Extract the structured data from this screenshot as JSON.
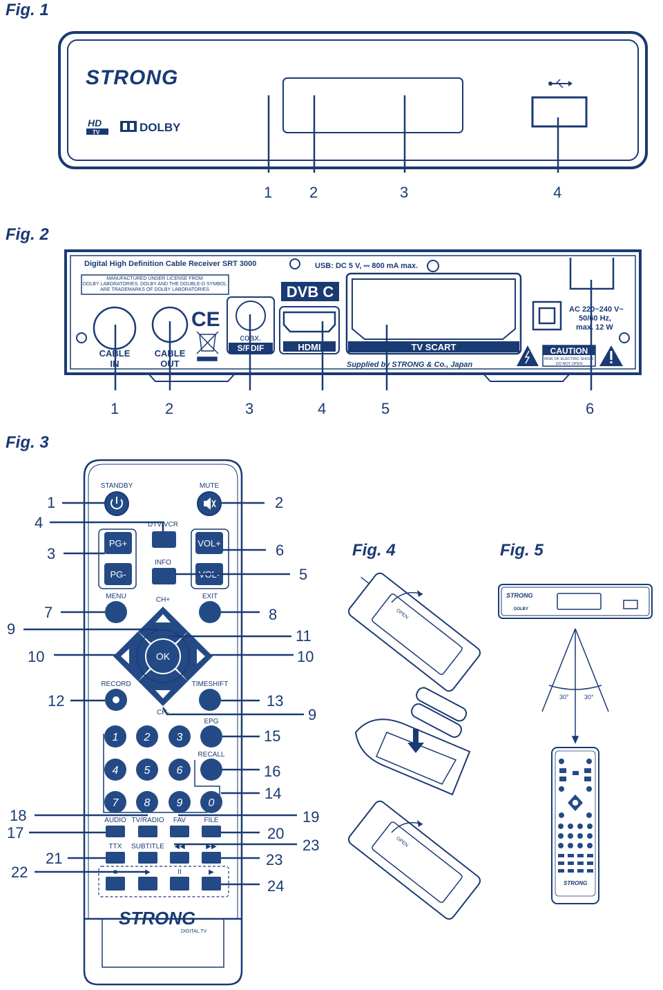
{
  "colors": {
    "accent": "#1a3a73",
    "fill_dark": "#244a86",
    "background": "#ffffff"
  },
  "fig1": {
    "title": "Fig. 1",
    "brand": "STRONG",
    "hd_top": "HD",
    "hd_bottom": "TV",
    "dolby": "DOLBY",
    "usb_icon": "usb-icon",
    "callouts": [
      "1",
      "2",
      "3",
      "4"
    ]
  },
  "fig2": {
    "title": "Fig. 2",
    "model": "Digital High Definition Cable Receiver SRT 3000",
    "license": [
      "MANUFACTURED UNDER LICENSE FROM",
      "DOLBY LABORATORIES. DOLBY AND THE DOUBLE-D SYMBOL",
      "ARE TRADEMARKS OF DOLBY LABORATORIES"
    ],
    "usb_spec": "USB: DC 5 V, ⎓ 800 mA max.",
    "ce": "CE",
    "dvb": "DVB C",
    "cable_in": [
      "CABLE",
      "IN"
    ],
    "cable_out": [
      "CABLE",
      "OUT"
    ],
    "coax": [
      "coax.",
      "S/PDIF"
    ],
    "hdmi": "HDMI",
    "scart": "TV SCART",
    "supplier": "Supplied by STRONG & Co., Japan",
    "power": [
      "AC 220~240 V~",
      "50/60 Hz,",
      "max. 12 W"
    ],
    "caution": "CAUTION",
    "caution_sub": [
      "RISK OF ELECTRIC SHOCK",
      "DO NOT OPEN"
    ],
    "callouts": [
      "1",
      "2",
      "3",
      "4",
      "5",
      "6"
    ]
  },
  "fig3": {
    "title": "Fig. 3",
    "labels": {
      "standby": "STANDBY",
      "mute": "MUTE",
      "dtv_vcr": "DTV/VCR",
      "info": "INFO",
      "menu": "MENU",
      "exit": "EXIT",
      "ch_plus": "CH+",
      "ch_minus": "CH-",
      "record": "RECORD",
      "timeshift": "TIMESHIFT",
      "epg": "EPG",
      "recall": "RECALL",
      "audio": "AUDIO",
      "tv_radio": "TV/RADIO",
      "fav": "FAV",
      "file": "FILE",
      "ttx": "TTX",
      "subtitle": "SUBTITLE",
      "rew": "◀◀",
      "ffw": "▶▶"
    },
    "buttons": {
      "pg_plus": "PG+",
      "pg_minus": "PG-",
      "vol_plus": "VOL+",
      "vol_minus": "VOL-",
      "ok": "OK"
    },
    "digits": [
      "1",
      "2",
      "3",
      "4",
      "5",
      "6",
      "7",
      "8",
      "9",
      "0"
    ],
    "transport": [
      "■",
      "▶",
      "II",
      "▶"
    ],
    "brand": "STRONG",
    "brand_sub": "DIGITAL TV",
    "callouts": {
      "c1": "1",
      "c2": "2",
      "c3": "3",
      "c4": "4",
      "c5": "5",
      "c6": "6",
      "c7": "7",
      "c8": "8",
      "c9a": "9",
      "c9b": "9",
      "c10a": "10",
      "c10b": "10",
      "c11": "11",
      "c12": "12",
      "c13": "13",
      "c14": "14",
      "c15": "15",
      "c16": "16",
      "c17": "17",
      "c18": "18",
      "c19": "19",
      "c20": "20",
      "c21": "21",
      "c22": "22",
      "c23a": "23",
      "c23b": "23",
      "c24": "24"
    }
  },
  "fig4": {
    "title": "Fig. 4",
    "open": "OPEN"
  },
  "fig5": {
    "title": "Fig. 5",
    "brand": "STRONG",
    "dolby": "DOLBY",
    "angle_left": "30°",
    "angle_right": "30°"
  }
}
